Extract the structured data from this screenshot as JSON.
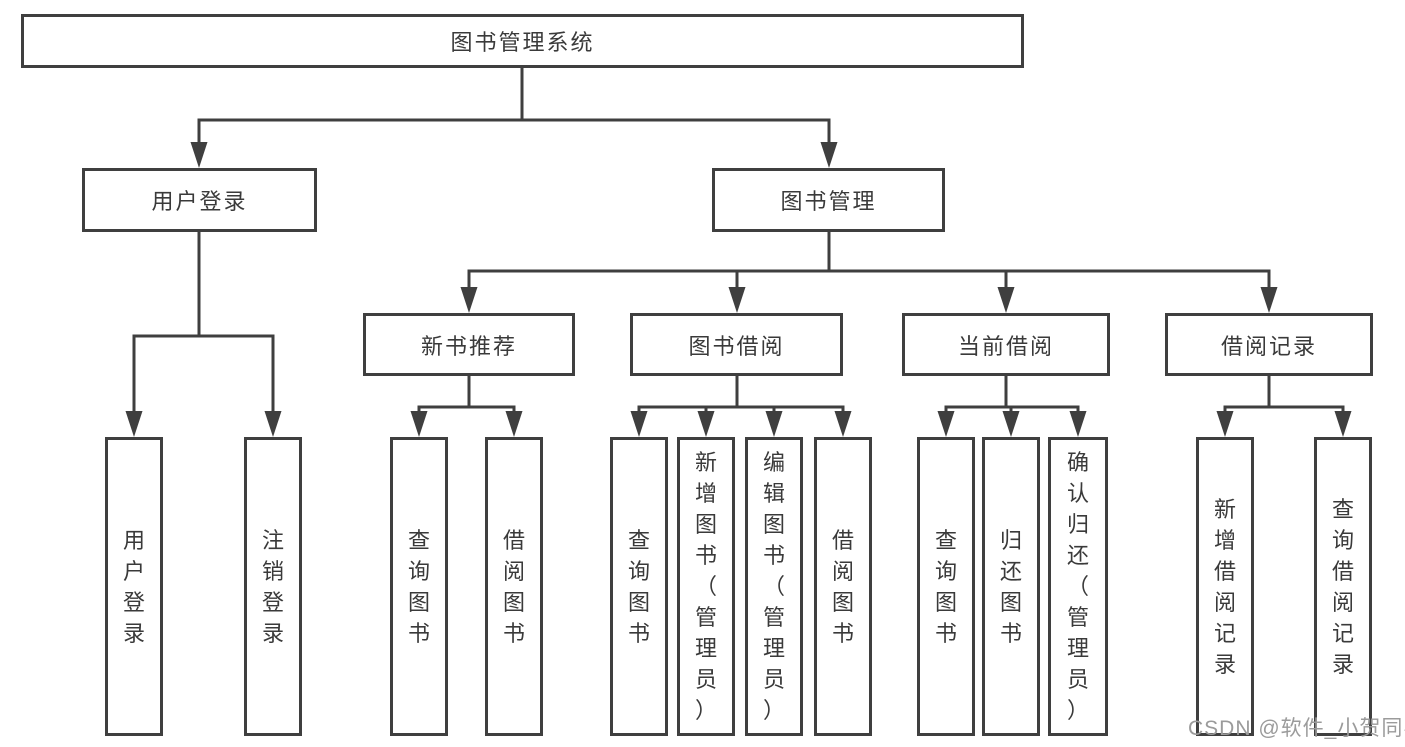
{
  "tree": {
    "label": "图书管理系统",
    "children": [
      {
        "label": "用户登录",
        "children": [
          {
            "label": "用户登录"
          },
          {
            "label": "注销登录"
          }
        ]
      },
      {
        "label": "图书管理",
        "children": [
          {
            "label": "新书推荐",
            "children": [
              {
                "label": "查询图书"
              },
              {
                "label": "借阅图书"
              }
            ]
          },
          {
            "label": "图书借阅",
            "children": [
              {
                "label": "查询图书"
              },
              {
                "label": "新增图书（管理员）"
              },
              {
                "label": "编辑图书（管理员）"
              },
              {
                "label": "借阅图书"
              }
            ]
          },
          {
            "label": "当前借阅",
            "children": [
              {
                "label": "查询图书"
              },
              {
                "label": "归还图书"
              },
              {
                "label": "确认归还（管理员）"
              }
            ]
          },
          {
            "label": "借阅记录",
            "children": [
              {
                "label": "新增借阅记录"
              },
              {
                "label": "查询借阅记录"
              }
            ]
          }
        ]
      }
    ]
  },
  "watermark": {
    "text": "CSDN @软件_小贺同学"
  },
  "colors": {
    "line": "#3f3f3f",
    "text": "#3a3a3a",
    "watermark": "#9b9b9b",
    "background": "#ffffff"
  }
}
